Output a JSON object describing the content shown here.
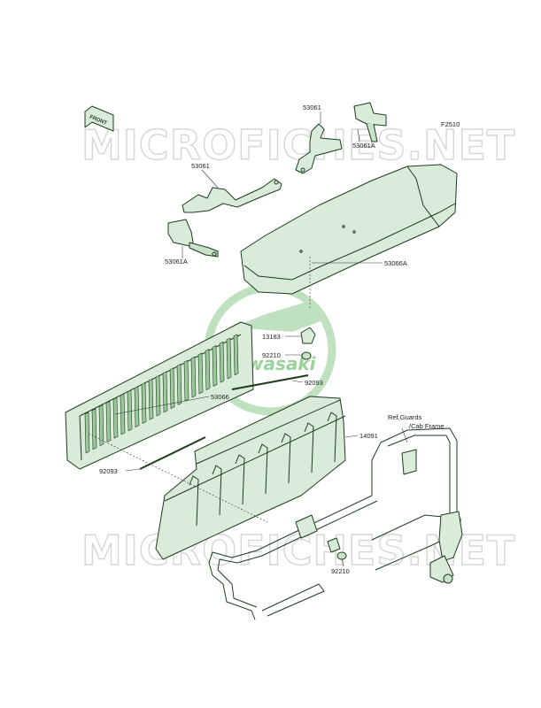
{
  "figure_id": "F2510",
  "watermark": {
    "text": "MICROFICHES.NET",
    "brand": "Kawasaki"
  },
  "front_label": "FRONT",
  "ref_note": {
    "line1": "Ref.Guards",
    "line2": "/Cab Frame"
  },
  "parts": [
    {
      "id": "p-53061-top",
      "label": "53061"
    },
    {
      "id": "p-53061a-top",
      "label": "53061A"
    },
    {
      "id": "p-53061-left",
      "label": "53061"
    },
    {
      "id": "p-53061a-left",
      "label": "53061A"
    },
    {
      "id": "p-53066a",
      "label": "53066A"
    },
    {
      "id": "p-13183",
      "label": "13183"
    },
    {
      "id": "p-92210-top",
      "label": "92210"
    },
    {
      "id": "p-92093-right",
      "label": "92093"
    },
    {
      "id": "p-53066",
      "label": "53066"
    },
    {
      "id": "p-14091",
      "label": "14091"
    },
    {
      "id": "p-92093-left",
      "label": "92093"
    },
    {
      "id": "p-92210-bottom",
      "label": "92210"
    }
  ],
  "colors": {
    "part_fill": "#d9ecd9",
    "outline": "#1e3b1e",
    "watermark": "#d6d6d6",
    "logo": "#b9deb9"
  }
}
